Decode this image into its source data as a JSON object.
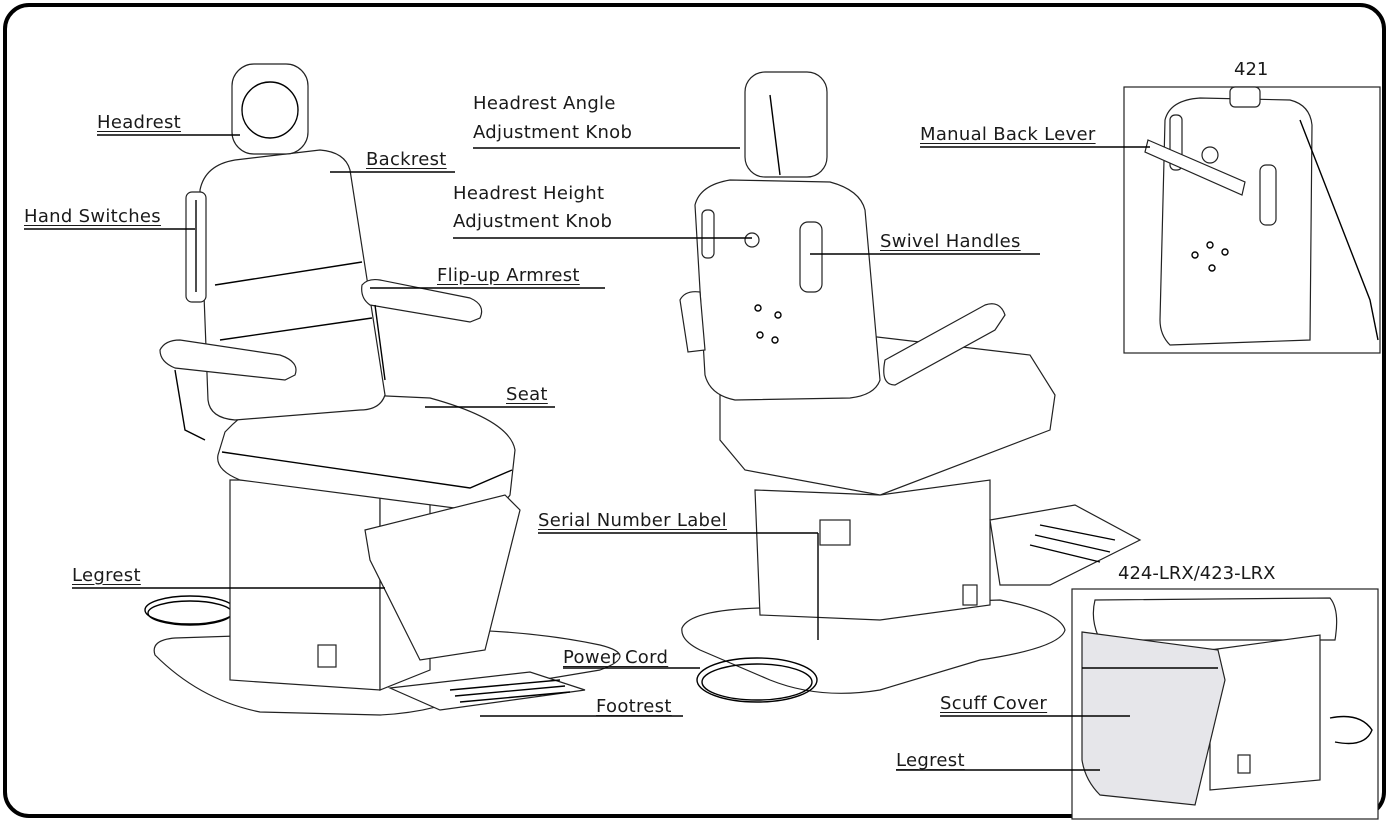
{
  "labels": {
    "headrest": "Headrest",
    "hand_switches": "Hand Switches",
    "backrest": "Backrest",
    "flip_up_armrest": "Flip-up Armrest",
    "seat": "Seat",
    "legrest": "Legrest",
    "serial_number_label": "Serial Number Label",
    "power_cord": "Power Cord",
    "footrest": "Footrest",
    "headrest_angle_line1": "Headrest Angle",
    "headrest_angle_line2": "Adjustment Knob",
    "headrest_height_line1": "Headrest Height",
    "headrest_height_line2": "Adjustment Knob",
    "swivel_handles": "Swivel Handles",
    "manual_back_lever": "Manual Back Lever",
    "scuff_cover": "Scuff Cover",
    "legrest_inset": "Legrest"
  },
  "insets": {
    "model_421": "421",
    "model_lrx": "424-LRX/423-LRX"
  }
}
